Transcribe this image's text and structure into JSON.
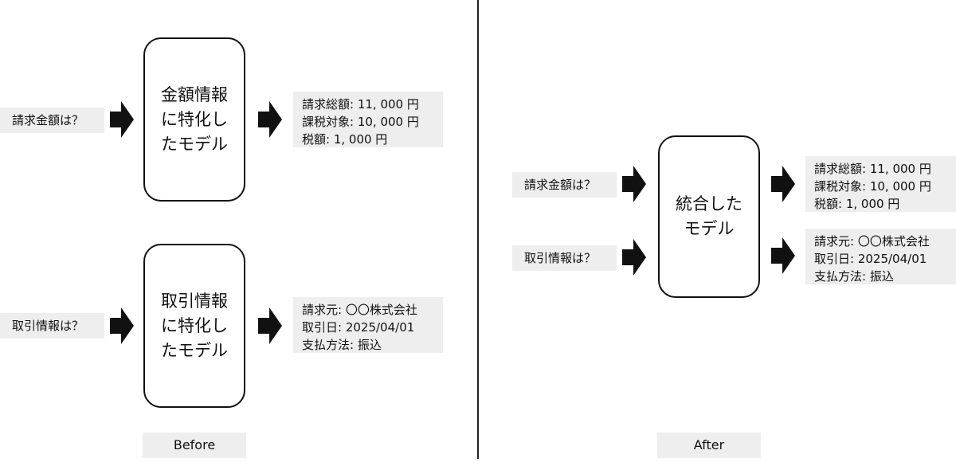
{
  "before": {
    "label": "Before",
    "rows": [
      {
        "query": "請求金額は？",
        "model_lines": [
          "金額情報",
          "に特化し",
          "たモデル"
        ],
        "output_lines": [
          "請求総額: 11, 000 円",
          "課税対象: 10, 000 円",
          "税額: 1, 000 円"
        ]
      },
      {
        "query": "取引情報は？",
        "model_lines": [
          "取引情報",
          "に特化し",
          "たモデル"
        ],
        "output_lines": [
          "請求元: 〇〇株式会社",
          "取引日: 2025/04/01",
          "支払方法: 振込"
        ]
      }
    ]
  },
  "after": {
    "label": "After",
    "queries": [
      "請求金額は？",
      "取引情報は？"
    ],
    "model_lines": [
      "統合した",
      "モデル"
    ],
    "outputs": [
      [
        "請求総額: 11, 000 円",
        "課税対象: 10, 000 円",
        "税額: 1, 000 円"
      ],
      [
        "請求元: 〇〇株式会社",
        "取引日: 2025/04/01",
        "支払方法: 振込"
      ]
    ]
  }
}
